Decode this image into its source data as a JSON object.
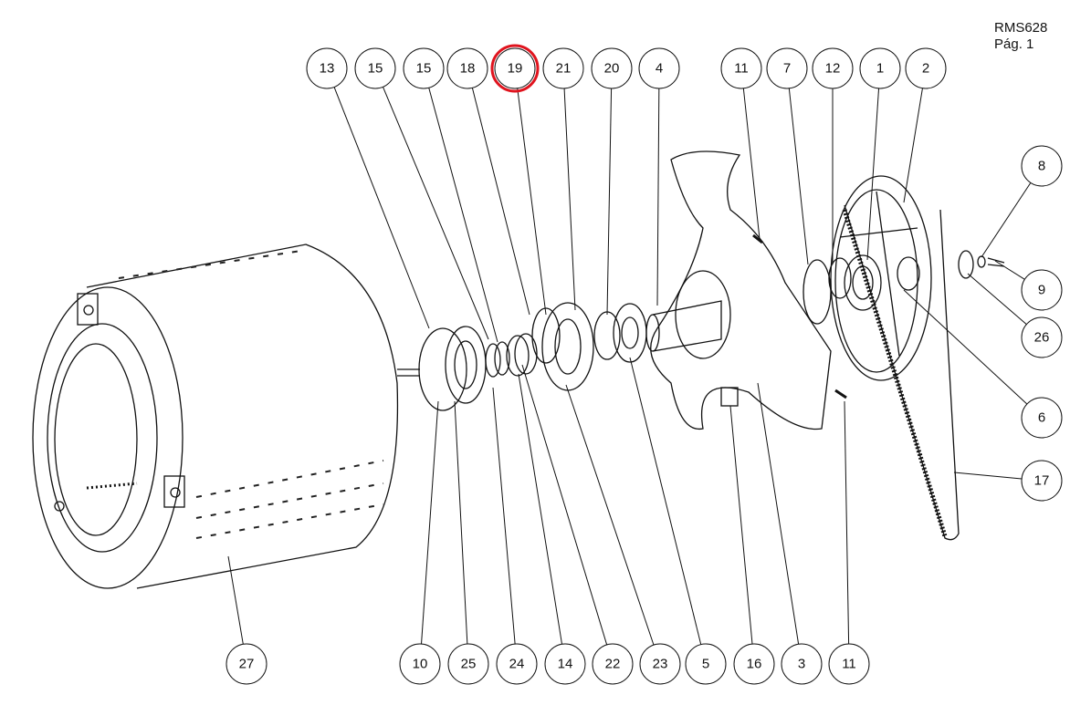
{
  "document": {
    "code": "RMS628",
    "page": "Pág. 1"
  },
  "highlight_color": "#e0141e",
  "highlighted_part": "19",
  "callouts": {
    "top": [
      "13",
      "15",
      "15",
      "18",
      "19",
      "21",
      "20",
      "4",
      "11",
      "7",
      "12",
      "1",
      "2"
    ],
    "right": [
      "8",
      "9",
      "26",
      "6",
      "17"
    ],
    "bottom": [
      "27",
      "10",
      "25",
      "24",
      "14",
      "22",
      "23",
      "5",
      "16",
      "3",
      "11"
    ]
  }
}
